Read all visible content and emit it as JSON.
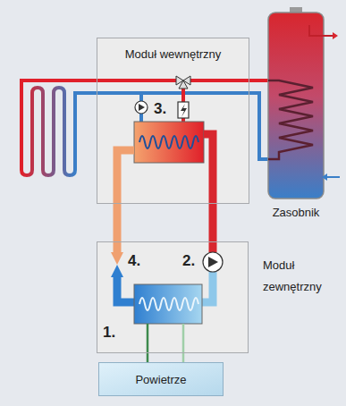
{
  "diagram": {
    "nodes": [
      {
        "text": [
          "Moduł wewnętrzny"
        ]
      },
      {
        "text": [
          "Zasobnik"
        ]
      },
      {
        "text": [
          "Moduł zewnętrzny"
        ]
      },
      {
        "text": [
          "Powietrze"
        ]
      }
    ],
    "edges": [
      {
        "from": 0,
        "to": 1,
        "arrow": "none"
      },
      {
        "from": 1,
        "to": 0,
        "arrow": "none"
      },
      {
        "from": 2,
        "to": 0,
        "arrow": "none"
      },
      {
        "from": 0,
        "to": 2,
        "arrow": "none"
      },
      {
        "from": 3,
        "to": 2,
        "arrow": "none"
      },
      {
        "from": 3,
        "to": 2,
        "arrow": "none"
      }
    ],
    "labels": [
      "3.",
      "4.",
      "2.",
      "1."
    ]
  }
}
